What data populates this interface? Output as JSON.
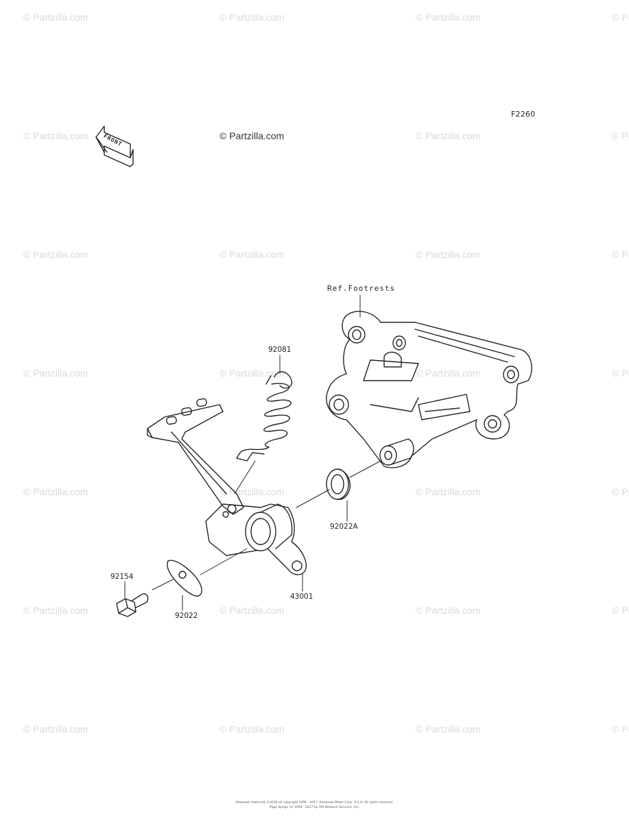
{
  "diagram": {
    "figure_code": "F2260",
    "front_arrow_text": "FRONT",
    "reference_label": "Ref.Footrests",
    "copyright_center": "© Partzilla.com",
    "watermark_text": "© Partzilla.com",
    "footer_line1": "Kawasaki materials ©2016 all copyright 1996 - 2017. Kawasaki Motor Corp. U.S.A. All rights reserved.",
    "footer_line2": "Page design (c) 2004 - 2017 by ARI Network Services, Inc.",
    "parts": [
      {
        "number": "92081"
      },
      {
        "number": "92022A"
      },
      {
        "number": "43001"
      },
      {
        "number": "92154"
      },
      {
        "number": "92022"
      }
    ]
  }
}
